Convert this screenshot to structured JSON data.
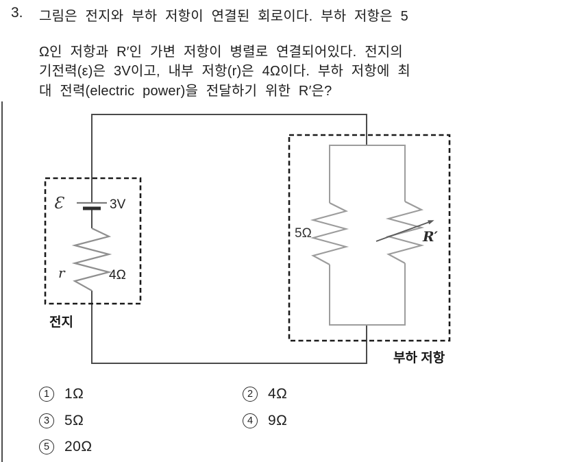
{
  "question": {
    "number": "3.",
    "lines": [
      "그림은 전지와 부하 저항이 연결된 회로이다. 부하 저항은 5",
      "Ω인 저항과 R′인 가변 저항이 병렬로 연결되어있다. 전지의",
      "기전력(ε)은 3V이고, 내부 저항(r)은 4Ω이다. 부하 저항에 최",
      "대 전력(electric power)을 전달하기 위한 R′은?"
    ]
  },
  "circuit": {
    "battery": {
      "box_label": "전지",
      "emf_symbol": "Ɛ",
      "emf_value": "3V",
      "internal_resistance_symbol": "r",
      "internal_resistance_value": "4Ω"
    },
    "load": {
      "box_label": "부하 저항",
      "fixed_resistor_value": "5Ω",
      "variable_resistor_label": "R′"
    }
  },
  "options": {
    "items": [
      {
        "number": "1",
        "label": "1Ω"
      },
      {
        "number": "2",
        "label": "4Ω"
      },
      {
        "number": "3",
        "label": "5Ω"
      },
      {
        "number": "4",
        "label": "9Ω"
      },
      {
        "number": "5",
        "label": "20Ω"
      }
    ]
  },
  "colors": {
    "ink": "#1e1e1e",
    "dashed_box": "#1a1a1a",
    "outer_wire": "#4a4a4a",
    "inner_wire": "#9c9c9c",
    "battery_plate_thick": "#2f2f2f",
    "battery_plate_thin": "#7a7a7a",
    "background": "#ffffff"
  }
}
